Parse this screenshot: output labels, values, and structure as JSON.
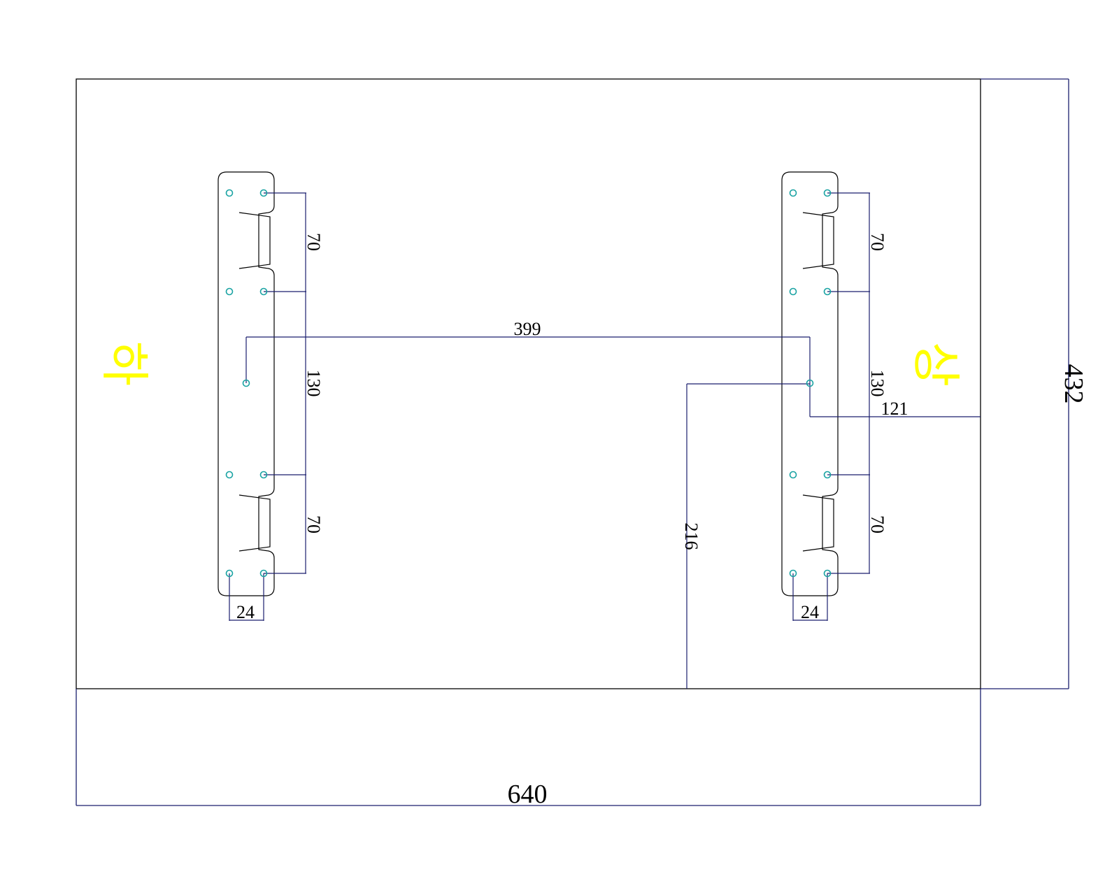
{
  "colors": {
    "outline": "#000000",
    "dimension_line": "#1a1f6e",
    "hole": "#1aa3a3",
    "label": "#ffff00"
  },
  "labels": {
    "left": "하",
    "right": "상"
  },
  "dimensions": {
    "overall_width": "640",
    "overall_height": "432",
    "hole_span": "399",
    "right_offset": "121",
    "bottom_offset": "216",
    "left_top_pitch": "70",
    "left_mid_pitch": "130",
    "left_bottom_pitch": "70",
    "right_top_pitch": "70",
    "right_mid_pitch": "130",
    "right_bottom_pitch": "70",
    "left_hole_spacing": "24",
    "right_hole_spacing": "24"
  },
  "icons": {
    "hole": "circle-hole-icon"
  }
}
